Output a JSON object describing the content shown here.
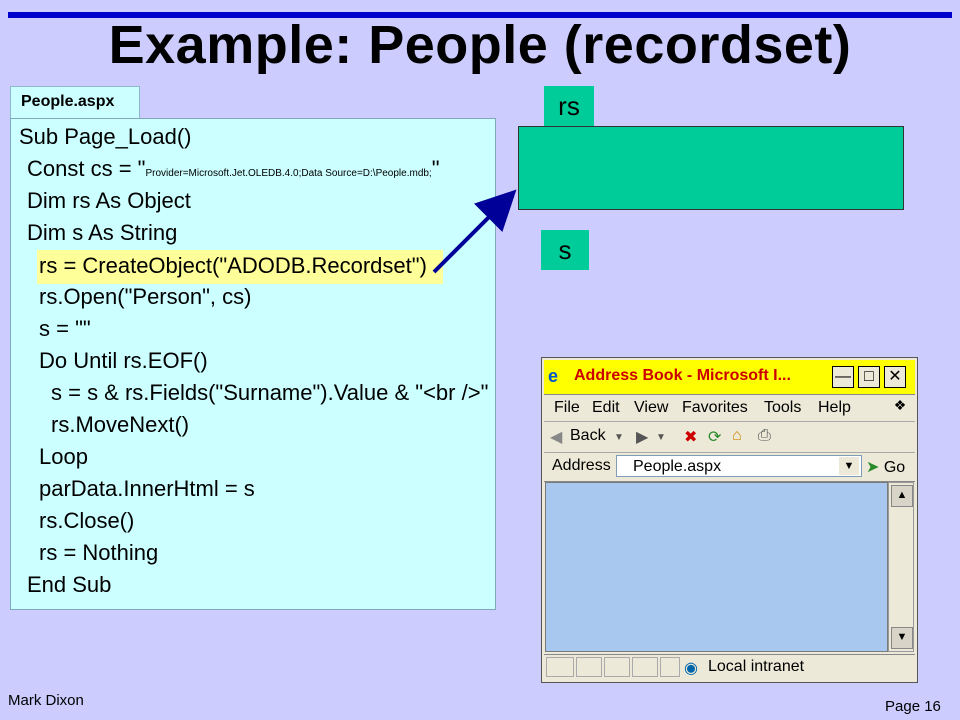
{
  "slide": {
    "title": "Example: People (recordset)",
    "author": "Mark Dixon",
    "page": "Page 16"
  },
  "code_panel": {
    "tab_label": "People.aspx",
    "lines": {
      "l1": "Sub Page_Load()",
      "l2_pre": "Const cs = \"",
      "l2_small": "Provider=Microsoft.Jet.OLEDB.4.0;Data  Source=D:\\People.mdb;",
      "l2_post": "\"",
      "l3": "Dim rs As Object",
      "l4": "Dim s As String",
      "l5": "rs = CreateObject(\"ADODB.Recordset\")",
      "l6": "rs.Open(\"Person\", cs)",
      "l7": "s = \"\"",
      "l8": "Do Until rs.EOF()",
      "l9": "s = s & rs.Fields(\"Surname\").Value & \"<br />\"",
      "l10": "rs.MoveNext()",
      "l11": "Loop",
      "l12": "parData.InnerHtml = s",
      "l13": "rs.Close()",
      "l14": "rs = Nothing",
      "l15": "End Sub"
    }
  },
  "diagram": {
    "rs_label": "rs",
    "s_label": "s",
    "accent_color": "#00cc99",
    "arrow_color": "#000099"
  },
  "browser": {
    "title": "Address Book - Microsoft I...",
    "menu": {
      "file": "File",
      "edit": "Edit",
      "view": "View",
      "favorites": "Favorites",
      "tools": "Tools",
      "help": "Help"
    },
    "toolbar": {
      "back": "Back"
    },
    "address_label": "Address",
    "address_value": "People.aspx",
    "go_label": "Go",
    "status_zone": "Local intranet"
  }
}
